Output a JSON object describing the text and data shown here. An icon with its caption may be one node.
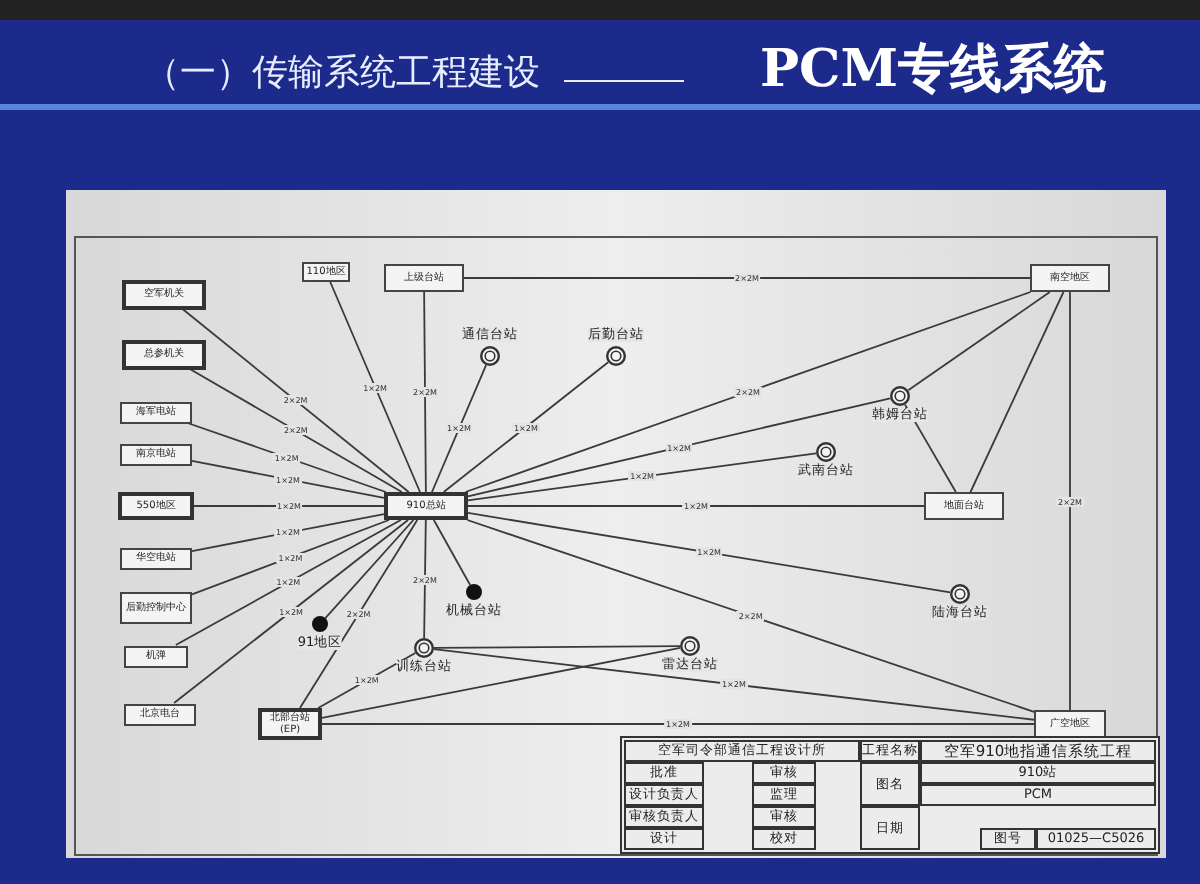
{
  "diagram": {
    "title": "PCM专线系统",
    "nodes": [
      {
        "text": [
          "空军机关"
        ]
      },
      {
        "text": [
          "总参机关"
        ]
      },
      {
        "text": [
          "海军电站"
        ]
      },
      {
        "text": [
          "南京电站"
        ]
      },
      {
        "text": [
          "550地区"
        ]
      },
      {
        "text": [
          "华空电站"
        ]
      },
      {
        "text": [
          "后勤控制中心"
        ]
      },
      {
        "text": [
          "机弹"
        ]
      },
      {
        "text": [
          "北京电台"
        ]
      },
      {
        "text": [
          "110地区"
        ]
      },
      {
        "text": [
          "上级台站"
        ]
      },
      {
        "text": [
          "910总站"
        ]
      },
      {
        "text": [
          "通信台站"
        ]
      },
      {
        "text": [
          "后勤台站"
        ]
      },
      {
        "text": [
          "南空地区"
        ]
      },
      {
        "text": [
          "韩姆台站"
        ]
      },
      {
        "text": [
          "武南台站"
        ]
      },
      {
        "text": [
          "地面台站"
        ]
      },
      {
        "text": [
          "陆海台站"
        ]
      },
      {
        "text": [
          "91地区"
        ]
      },
      {
        "text": [
          "机械台站"
        ]
      },
      {
        "text": [
          "训练台站"
        ]
      },
      {
        "text": [
          "雷达台站"
        ]
      },
      {
        "text": [
          "北部台站(EP)"
        ]
      },
      {
        "text": [
          "广空地区"
        ]
      }
    ],
    "edges": [
      {
        "from": 11,
        "to": 0,
        "arrow": "none",
        "label": "2×2M"
      },
      {
        "from": 11,
        "to": 1,
        "arrow": "none",
        "label": "2×2M"
      },
      {
        "from": 11,
        "to": 2,
        "arrow": "none",
        "label": "1×2M"
      },
      {
        "from": 11,
        "to": 3,
        "arrow": "none",
        "label": "1×2M"
      },
      {
        "from": 11,
        "to": 4,
        "arrow": "none",
        "label": "1×2M"
      },
      {
        "from": 11,
        "to": 5,
        "arrow": "none",
        "label": "1×2M"
      },
      {
        "from": 11,
        "to": 6,
        "arrow": "none",
        "label": "1×2M"
      },
      {
        "from": 11,
        "to": 7,
        "arrow": "none",
        "label": "1×2M"
      },
      {
        "from": 11,
        "to": 8,
        "arrow": "none",
        "label": "1×2M"
      },
      {
        "from": 11,
        "to": 9,
        "arrow": "none",
        "label": "1×2M"
      },
      {
        "from": 11,
        "to": 10,
        "arrow": "none",
        "label": "2×2M"
      },
      {
        "from": 11,
        "to": 12,
        "arrow": "none",
        "label": "1×2M"
      },
      {
        "from": 11,
        "to": 13,
        "arrow": "none",
        "label": "1×2M"
      },
      {
        "from": 11,
        "to": 14,
        "arrow": "none",
        "label": "2×2M"
      },
      {
        "from": 11,
        "to": 15,
        "arrow": "none",
        "label": "1×2M"
      },
      {
        "from": 11,
        "to": 16,
        "arrow": "none",
        "label": "1×2M"
      },
      {
        "from": 11,
        "to": 17,
        "arrow": "none",
        "label": "1×2M"
      },
      {
        "from": 11,
        "to": 18,
        "arrow": "none",
        "label": "1×2M"
      },
      {
        "from": 11,
        "to": 19,
        "arrow": "none"
      },
      {
        "from": 11,
        "to": 20,
        "arrow": "none"
      },
      {
        "from": 11,
        "to": 21,
        "arrow": "none",
        "label": "2×2M"
      },
      {
        "from": 11,
        "to": 23,
        "arrow": "none",
        "label": "2×2M"
      },
      {
        "from": 11,
        "to": 24,
        "arrow": "none",
        "label": "2×2M"
      },
      {
        "from": 10,
        "to": 14,
        "arrow": "none",
        "label": "2×2M"
      },
      {
        "from": 14,
        "to": 15,
        "arrow": "none"
      },
      {
        "from": 14,
        "to": 17,
        "arrow": "none"
      },
      {
        "from": 15,
        "to": 17,
        "arrow": "none"
      },
      {
        "from": 14,
        "to": 24,
        "arrow": "none",
        "label": "2×2M"
      },
      {
        "from": 21,
        "to": 22,
        "arrow": "none"
      },
      {
        "from": 21,
        "to": 23,
        "arrow": "none",
        "label": "1×2M"
      },
      {
        "from": 21,
        "to": 24,
        "arrow": "none",
        "label": "1×2M"
      },
      {
        "from": 23,
        "to": 22,
        "arrow": "none"
      },
      {
        "from": 23,
        "to": 24,
        "arrow": "none",
        "label": "1×2M"
      }
    ],
    "labels": [
      "（一）传输系统工程建设",
      "空军司令部通信工程设计所",
      "批准",
      "审核",
      "设计负责人",
      "监理",
      "审核负责人",
      "审核",
      "设计",
      "校对",
      "工程名称",
      "空军910地指通信系统工程",
      "图名",
      "910站",
      "PCM",
      "日期",
      "图号",
      "01025—C5026"
    ]
  }
}
